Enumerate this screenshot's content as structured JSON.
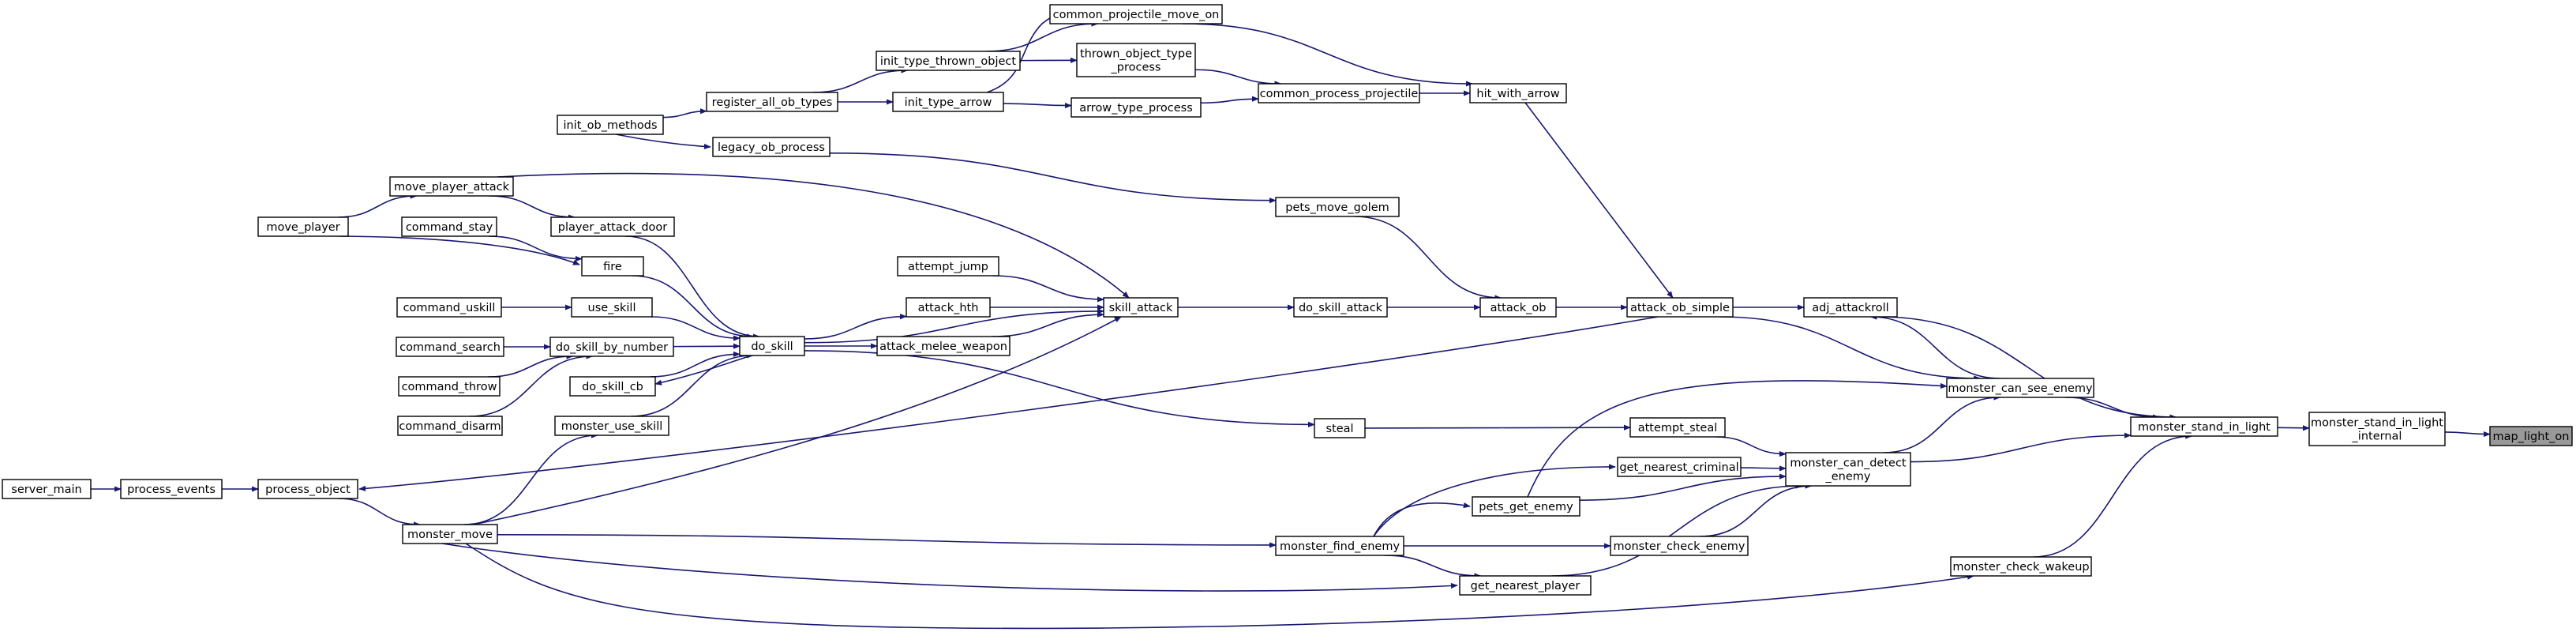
{
  "colors": {
    "edge": "#191970",
    "node_fill": "#ffffff",
    "node_border": "#000000",
    "external_border": "#ff0000",
    "focus_fill": "#999999"
  },
  "nodes": [
    {
      "id": "map_light_on",
      "label": "map_light_on",
      "style": "focus"
    },
    {
      "id": "monster_stand_in_light_internal",
      "label": "monster_stand_in_light\n_internal"
    },
    {
      "id": "monster_stand_in_light",
      "label": "monster_stand_in_light"
    },
    {
      "id": "adj_attackroll",
      "label": "adj_attackroll"
    },
    {
      "id": "monster_can_see_enemy",
      "label": "monster_can_see_enemy"
    },
    {
      "id": "monster_can_detect_enemy",
      "label": "monster_can_detect\n_enemy"
    },
    {
      "id": "monster_check_wakeup",
      "label": "monster_check_wakeup"
    },
    {
      "id": "attack_ob_simple",
      "label": "attack_ob_simple"
    },
    {
      "id": "attempt_steal",
      "label": "attempt_steal"
    },
    {
      "id": "get_nearest_criminal",
      "label": "get_nearest_criminal"
    },
    {
      "id": "pets_get_enemy",
      "label": "pets_get_enemy"
    },
    {
      "id": "monster_check_enemy",
      "label": "monster_check_enemy"
    },
    {
      "id": "get_nearest_player",
      "label": "get_nearest_player"
    },
    {
      "id": "hit_with_arrow",
      "label": "hit_with_arrow"
    },
    {
      "id": "attack_ob",
      "label": "attack_ob"
    },
    {
      "id": "common_process_projectile",
      "label": "common_process_projectile"
    },
    {
      "id": "pets_move_golem",
      "label": "pets_move_golem"
    },
    {
      "id": "do_skill_attack",
      "label": "do_skill_attack"
    },
    {
      "id": "steal",
      "label": "steal"
    },
    {
      "id": "monster_find_enemy",
      "label": "monster_find_enemy"
    },
    {
      "id": "common_projectile_move_on",
      "label": "common_projectile_move_on"
    },
    {
      "id": "thrown_object_type_process",
      "label": "thrown_object_type\n_process"
    },
    {
      "id": "arrow_type_process",
      "label": "arrow_type_process"
    },
    {
      "id": "skill_attack",
      "label": "skill_attack"
    },
    {
      "id": "init_type_thrown_object",
      "label": "init_type_thrown_object"
    },
    {
      "id": "init_type_arrow",
      "label": "init_type_arrow"
    },
    {
      "id": "attempt_jump",
      "label": "attempt_jump",
      "style": "external"
    },
    {
      "id": "attack_hth",
      "label": "attack_hth"
    },
    {
      "id": "attack_melee_weapon",
      "label": "attack_melee_weapon"
    },
    {
      "id": "register_all_ob_types",
      "label": "register_all_ob_types"
    },
    {
      "id": "legacy_ob_process",
      "label": "legacy_ob_process"
    },
    {
      "id": "do_skill",
      "label": "do_skill"
    },
    {
      "id": "init_ob_methods",
      "label": "init_ob_methods",
      "style": "external"
    },
    {
      "id": "move_player_attack",
      "label": "move_player_attack"
    },
    {
      "id": "player_attack_door",
      "label": "player_attack_door"
    },
    {
      "id": "fire",
      "label": "fire"
    },
    {
      "id": "use_skill",
      "label": "use_skill"
    },
    {
      "id": "do_skill_by_number",
      "label": "do_skill_by_number"
    },
    {
      "id": "do_skill_cb",
      "label": "do_skill_cb"
    },
    {
      "id": "monster_use_skill",
      "label": "monster_use_skill"
    },
    {
      "id": "monster_move",
      "label": "monster_move"
    },
    {
      "id": "move_player",
      "label": "move_player",
      "style": "external"
    },
    {
      "id": "command_stay",
      "label": "command_stay",
      "style": "external"
    },
    {
      "id": "command_uskill",
      "label": "command_uskill",
      "style": "external"
    },
    {
      "id": "command_search",
      "label": "command_search",
      "style": "external"
    },
    {
      "id": "command_throw",
      "label": "command_throw",
      "style": "external"
    },
    {
      "id": "command_disarm",
      "label": "command_disarm",
      "style": "external"
    },
    {
      "id": "process_object",
      "label": "process_object"
    },
    {
      "id": "process_events",
      "label": "process_events"
    },
    {
      "id": "server_main",
      "label": "server_main",
      "style": "external"
    }
  ],
  "edges": [
    {
      "from": "monster_stand_in_light_internal",
      "to": "map_light_on"
    },
    {
      "from": "monster_stand_in_light",
      "to": "monster_stand_in_light_internal"
    },
    {
      "from": "adj_attackroll",
      "to": "monster_stand_in_light"
    },
    {
      "from": "monster_can_see_enemy",
      "to": "monster_stand_in_light"
    },
    {
      "from": "monster_can_detect_enemy",
      "to": "monster_stand_in_light"
    },
    {
      "from": "monster_check_wakeup",
      "to": "monster_stand_in_light"
    },
    {
      "from": "attack_ob_simple",
      "to": "adj_attackroll"
    },
    {
      "from": "monster_can_see_enemy",
      "to": "adj_attackroll"
    },
    {
      "from": "attack_ob_simple",
      "to": "monster_can_see_enemy"
    },
    {
      "from": "monster_can_detect_enemy",
      "to": "monster_can_see_enemy"
    },
    {
      "from": "pets_get_enemy",
      "to": "monster_can_see_enemy"
    },
    {
      "from": "attempt_steal",
      "to": "monster_can_detect_enemy"
    },
    {
      "from": "get_nearest_criminal",
      "to": "monster_can_detect_enemy"
    },
    {
      "from": "pets_get_enemy",
      "to": "monster_can_detect_enemy"
    },
    {
      "from": "monster_check_enemy",
      "to": "monster_can_detect_enemy"
    },
    {
      "from": "get_nearest_player",
      "to": "monster_can_detect_enemy"
    },
    {
      "from": "monster_move",
      "to": "monster_check_wakeup"
    },
    {
      "from": "hit_with_arrow",
      "to": "attack_ob_simple"
    },
    {
      "from": "attack_ob",
      "to": "attack_ob_simple"
    },
    {
      "from": "steal",
      "to": "attempt_steal"
    },
    {
      "from": "monster_find_enemy",
      "to": "get_nearest_criminal"
    },
    {
      "from": "monster_find_enemy",
      "to": "pets_get_enemy"
    },
    {
      "from": "monster_find_enemy",
      "to": "monster_check_enemy"
    },
    {
      "from": "monster_find_enemy",
      "to": "get_nearest_player"
    },
    {
      "from": "common_process_projectile",
      "to": "hit_with_arrow"
    },
    {
      "from": "common_projectile_move_on",
      "to": "hit_with_arrow"
    },
    {
      "from": "pets_move_golem",
      "to": "attack_ob"
    },
    {
      "from": "do_skill_attack",
      "to": "attack_ob"
    },
    {
      "from": "thrown_object_type_process",
      "to": "common_process_projectile"
    },
    {
      "from": "arrow_type_process",
      "to": "common_process_projectile"
    },
    {
      "from": "skill_attack",
      "to": "do_skill_attack"
    },
    {
      "from": "do_skill",
      "to": "steal"
    },
    {
      "from": "monster_move",
      "to": "monster_find_enemy"
    },
    {
      "from": "monster_move",
      "to": "get_nearest_player"
    },
    {
      "from": "init_type_thrown_object",
      "to": "common_projectile_move_on"
    },
    {
      "from": "init_type_arrow",
      "to": "common_projectile_move_on"
    },
    {
      "from": "init_type_thrown_object",
      "to": "thrown_object_type_process"
    },
    {
      "from": "init_type_arrow",
      "to": "arrow_type_process"
    },
    {
      "from": "attempt_jump",
      "to": "skill_attack"
    },
    {
      "from": "attack_hth",
      "to": "skill_attack"
    },
    {
      "from": "attack_melee_weapon",
      "to": "skill_attack"
    },
    {
      "from": "do_skill",
      "to": "skill_attack"
    },
    {
      "from": "move_player_attack",
      "to": "skill_attack"
    },
    {
      "from": "monster_move",
      "to": "skill_attack"
    },
    {
      "from": "register_all_ob_types",
      "to": "init_type_thrown_object"
    },
    {
      "from": "register_all_ob_types",
      "to": "init_type_arrow"
    },
    {
      "from": "legacy_ob_process",
      "to": "pets_move_golem"
    },
    {
      "from": "do_skill",
      "to": "attack_hth"
    },
    {
      "from": "do_skill",
      "to": "attack_melee_weapon"
    },
    {
      "from": "init_ob_methods",
      "to": "register_all_ob_types"
    },
    {
      "from": "init_ob_methods",
      "to": "legacy_ob_process"
    },
    {
      "from": "player_attack_door",
      "to": "do_skill"
    },
    {
      "from": "fire",
      "to": "do_skill"
    },
    {
      "from": "use_skill",
      "to": "do_skill"
    },
    {
      "from": "do_skill_by_number",
      "to": "do_skill"
    },
    {
      "from": "do_skill_cb",
      "to": "do_skill"
    },
    {
      "from": "monster_use_skill",
      "to": "do_skill"
    },
    {
      "from": "do_skill",
      "to": "do_skill_cb"
    },
    {
      "from": "move_player",
      "to": "move_player_attack"
    },
    {
      "from": "move_player_attack",
      "to": "player_attack_door"
    },
    {
      "from": "move_player",
      "to": "fire"
    },
    {
      "from": "command_stay",
      "to": "fire"
    },
    {
      "from": "command_uskill",
      "to": "use_skill"
    },
    {
      "from": "command_search",
      "to": "do_skill_by_number"
    },
    {
      "from": "command_throw",
      "to": "do_skill_by_number"
    },
    {
      "from": "command_disarm",
      "to": "do_skill_by_number"
    },
    {
      "from": "monster_move",
      "to": "monster_use_skill"
    },
    {
      "from": "process_object",
      "to": "monster_move"
    },
    {
      "from": "attack_ob_simple",
      "to": "process_object"
    },
    {
      "from": "process_events",
      "to": "process_object"
    },
    {
      "from": "server_main",
      "to": "process_events"
    }
  ]
}
